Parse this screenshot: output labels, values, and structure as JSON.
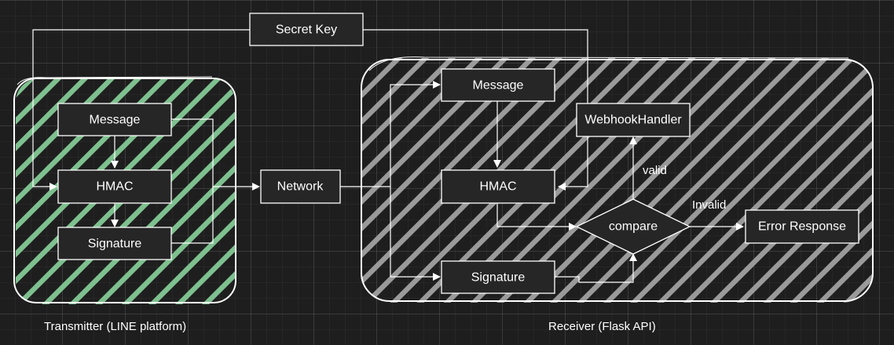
{
  "groups": {
    "transmitter": {
      "label": "Transmitter (LINE platform)",
      "fill_color": "#7ec08f"
    },
    "receiver": {
      "label": "Receiver (Flask API)",
      "fill_color": "#9a9a9a"
    }
  },
  "nodes": {
    "secret_key": "Secret Key",
    "tx_message": "Message",
    "tx_hmac": "HMAC",
    "tx_signature": "Signature",
    "network": "Network",
    "rx_message": "Message",
    "webhook_handler": "WebhookHandler",
    "rx_hmac": "HMAC",
    "compare": "compare",
    "error_response": "Error Response",
    "rx_signature": "Signature"
  },
  "edge_labels": {
    "valid": "valid",
    "invalid": "Invalid"
  }
}
